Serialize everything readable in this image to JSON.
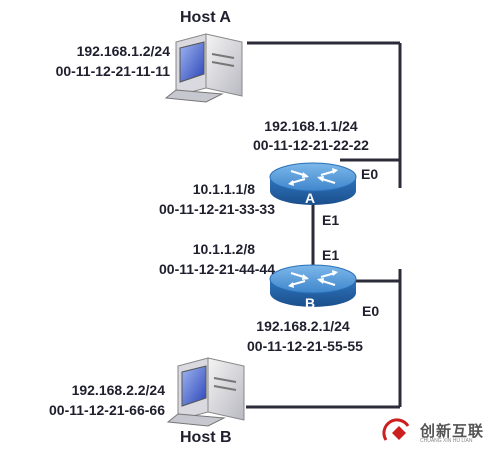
{
  "host_a": {
    "name": "Host A",
    "ip": "192.168.1.2/24",
    "mac": "00-11-12-21-11-11"
  },
  "host_b": {
    "name": "Host B",
    "ip": "192.168.2.2/24",
    "mac": "00-11-12-21-66-66"
  },
  "router_a": {
    "name": "A",
    "e0_label": "E0",
    "e0_ip": "192.168.1.1/24",
    "e0_mac": "00-11-12-21-22-22",
    "e1_label": "E1",
    "e1_ip": "10.1.1.1/8",
    "e1_mac": "00-11-12-21-33-33"
  },
  "router_b": {
    "name": "B",
    "e0_label": "E0",
    "e0_ip": "192.168.2.1/24",
    "e0_mac": "00-11-12-21-55-55",
    "e1_label": "E1",
    "e1_ip": "10.1.1.2/8",
    "e1_mac": "00-11-12-21-44-44"
  },
  "watermark": {
    "text": "创新互联",
    "sub": "CHUANG XIN HU LIAN"
  },
  "colors": {
    "router_blue": "#2a6fb8",
    "router_top": "#5aa0de",
    "link": "#2b2b3a",
    "text": "#1f1f2e"
  }
}
